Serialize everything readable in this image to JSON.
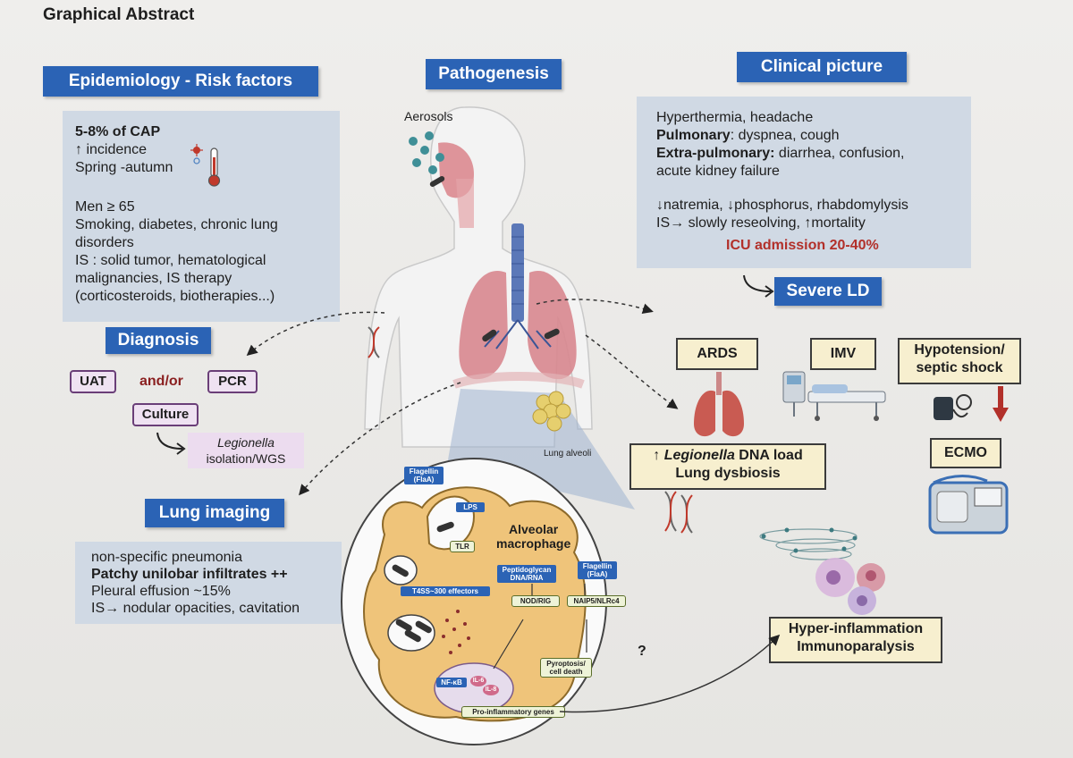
{
  "title": "Graphical Abstract",
  "epidemiology": {
    "header": "Epidemiology - Risk factors",
    "cap": "5-8% of CAP",
    "incidence": "↑ incidence",
    "season": "Spring -autumn",
    "men": "Men ≥ 65",
    "risk1": "Smoking, diabetes, chronic lung",
    "risk2": "disorders",
    "is1": "IS : solid tumor, hematological",
    "is2": "malignancies, IS therapy",
    "is3": "(corticosteroids, biotherapies...)"
  },
  "diagnosis": {
    "header": "Diagnosis",
    "uat": "UAT",
    "andor": "and/or",
    "pcr": "PCR",
    "culture": "Culture",
    "isolation1": "Legionella",
    "isolation2": "isolation/WGS"
  },
  "lung_imaging": {
    "header": "Lung imaging",
    "l1": "non-specific pneumonia",
    "l2": "Patchy unilobar infiltrates ++",
    "l3": "Pleural effusion ~15%",
    "l4": "IS→ nodular opacities, cavitation"
  },
  "pathogenesis": {
    "header": "Pathogenesis",
    "aerosols": "Aerosols",
    "lung_alveoli": "Lung alveoli",
    "flagellin1": "Flagellin (FlaA)",
    "lps": "LPS",
    "tlr": "TLR",
    "macrophage1": "Alveolar",
    "macrophage2": "macrophage",
    "peptidoglycan": "Peptidoglycan DNA/RNA",
    "flagellin2": "Flagellin (FlaA)",
    "t4ss": "T4SS~300 effectors",
    "nod": "NOD/RIG",
    "naip": "NAIP5/NLRc4",
    "pyroptosis": "Pyroptosis/ cell death",
    "nfkb": "NF-κB",
    "il6": "IL-6",
    "il8": "IL-8",
    "proinflam": "Pro-inflammatory genes",
    "question": "?"
  },
  "clinical": {
    "header": "Clinical picture",
    "c1": "Hyperthermia, headache",
    "c2b": "Pulmonary",
    "c2": ": dyspnea, cough",
    "c3b": "Extra-pulmonary:",
    "c3": " diarrhea, confusion,",
    "c4": "acute kidney failure",
    "c5": "↓natremia, ↓phosphorus, rhabdomylysis",
    "c6": "IS→ slowly reseolving, ↑mortality",
    "icu": "ICU admission 20-40%"
  },
  "severe": {
    "header": "Severe LD",
    "ards": "ARDS",
    "imv": "IMV",
    "hypo1": "Hypotension/",
    "hypo2": "septic shock",
    "ecmo": "ECMO",
    "dna1_arrow": "↑ ",
    "dna1_italic": "Legionella",
    "dna1_rest": " DNA load",
    "dna2": "Lung dysbiosis",
    "hyper1": "Hyper-inflammation",
    "hyper2": "Immunoparalysis"
  },
  "colors": {
    "header_blue": "#2b63b5",
    "panel_blue": "#d0d9e4",
    "icu_red": "#b2302a",
    "pill_purple": "#6a3e78",
    "macrophage": "#efc47a"
  }
}
